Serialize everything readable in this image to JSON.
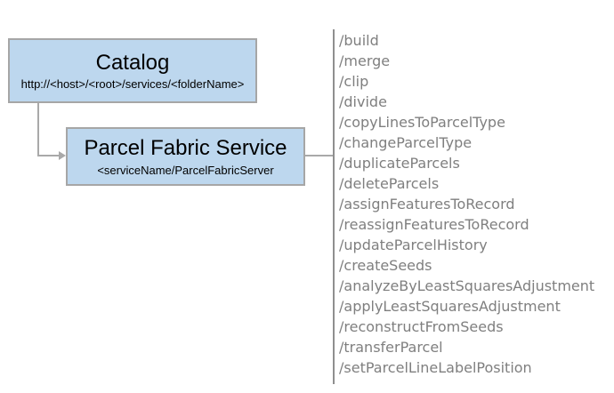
{
  "catalog_box": {
    "title": "Catalog",
    "subtitle": "http://<host>/<root>/services/<folderName>"
  },
  "service_box": {
    "title": "Parcel Fabric Service",
    "subtitle": "<serviceName/ParcelFabricServer"
  },
  "endpoints": [
    "/build",
    "/merge",
    "/clip",
    "/divide",
    "/copyLinesToParcelType",
    "/changeParcelType",
    "/duplicateParcels",
    "/deleteParcels",
    "/assignFeaturesToRecord",
    "/reassignFeaturesToRecord",
    "/updateParcelHistory",
    "/createSeeds",
    "/analyzeByLeastSquaresAdjustment",
    "/applyLeastSquaresAdjustment",
    "/reconstructFromSeeds",
    "/transferParcel",
    "/setParcelLineLabelPosition"
  ],
  "colors": {
    "box_fill": "#bdd7ee",
    "box_border": "#a6a6a6",
    "connector": "#a9a9a9",
    "divider": "#8f8f8f",
    "endpoint_text": "#7f7f7f",
    "title_text": "#000000"
  }
}
